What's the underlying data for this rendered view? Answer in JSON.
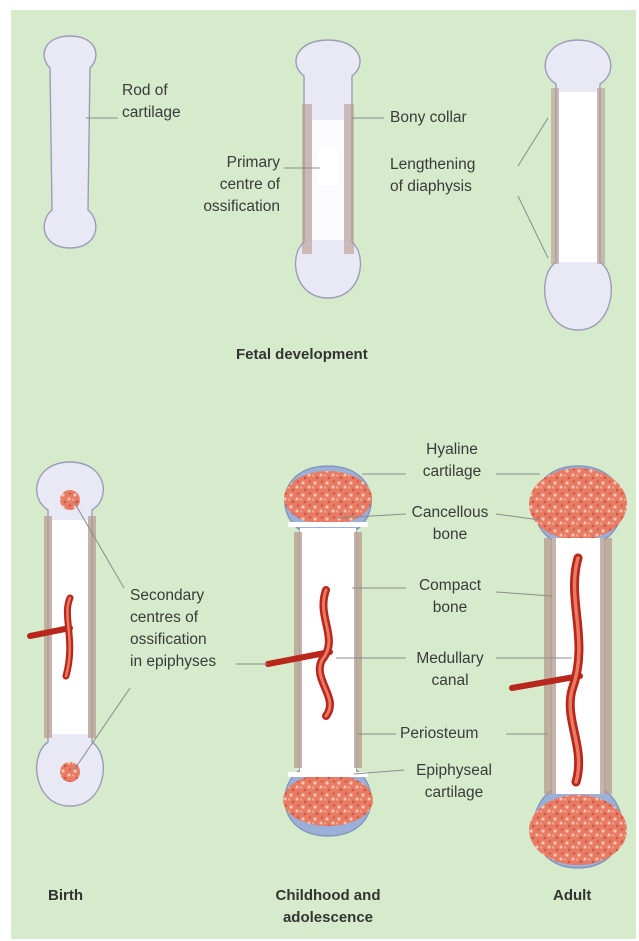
{
  "colors": {
    "background": "#d6ebcc",
    "cartilage": "#eaeaf6",
    "cartilage_edge": "#9a9ab6",
    "bone": "#ffffff",
    "periosteum": "#b89a8c",
    "cancellous": "#e2705a",
    "marrow_vessel": "#b8261c",
    "hyaline": "#9ab0d8",
    "leader": "#8c8c8c"
  },
  "fetal": {
    "caption": "Fetal development",
    "labels": {
      "rod_of_cartilage": [
        "Rod of",
        "cartilage"
      ],
      "bony_collar": "Bony collar",
      "primary_centre": [
        "Primary",
        "centre of",
        "ossification"
      ],
      "lengthening": [
        "Lengthening",
        "of diaphysis"
      ]
    }
  },
  "postnatal": {
    "labels": {
      "secondary_centres": [
        "Secondary",
        "centres of",
        "ossification",
        "in epiphyses"
      ],
      "hyaline_cartilage": [
        "Hyaline",
        "cartilage"
      ],
      "cancellous_bone": [
        "Cancellous",
        "bone"
      ],
      "compact_bone": [
        "Compact",
        "bone"
      ],
      "medullary_canal": [
        "Medullary",
        "canal"
      ],
      "periosteum": "Periosteum",
      "epiphyseal_cartilage": [
        "Epiphyseal",
        "cartilage"
      ]
    },
    "captions": {
      "birth": "Birth",
      "childhood": [
        "Childhood and",
        "adolescence"
      ],
      "adult": "Adult"
    }
  }
}
